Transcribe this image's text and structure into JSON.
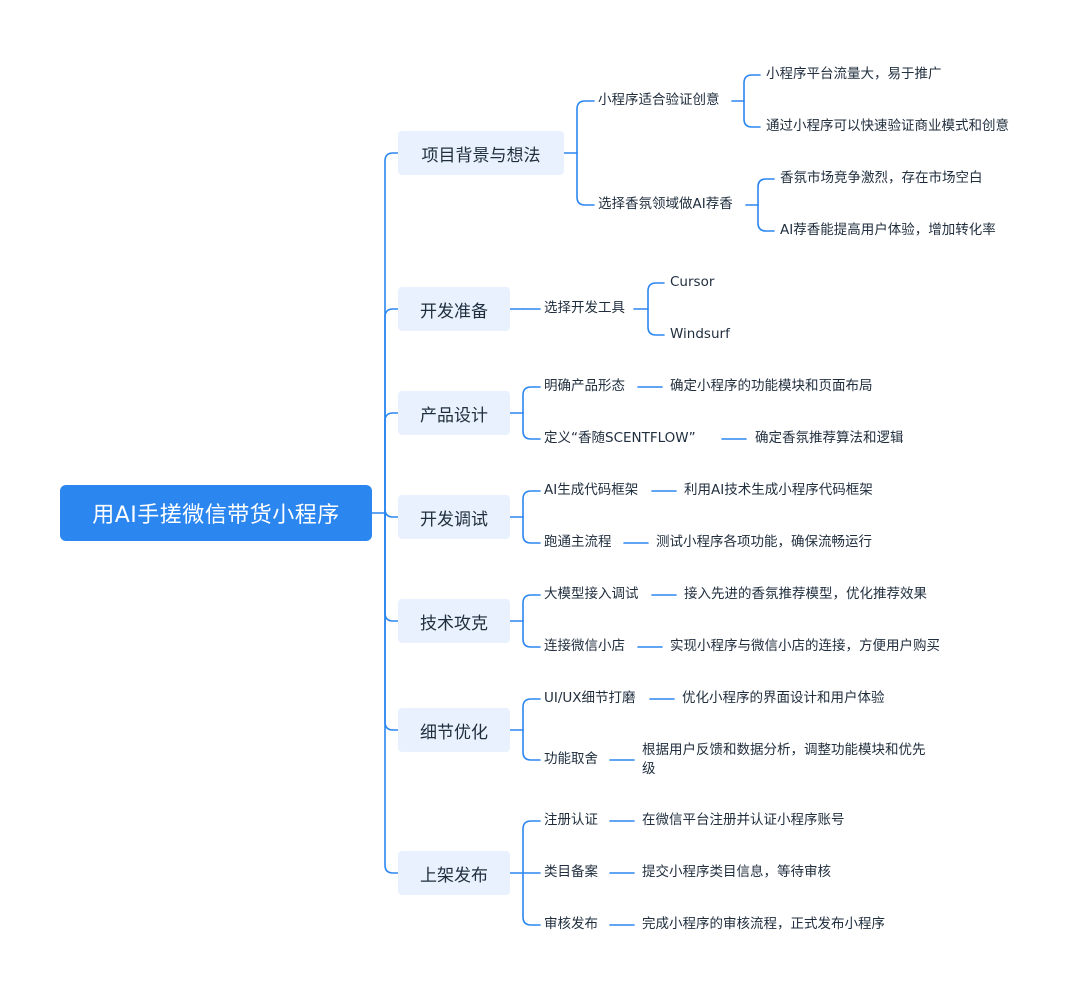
{
  "root": {
    "label": "用AI手搓微信带货小程序"
  },
  "branches": [
    {
      "label": "项目背景与想法",
      "children": [
        {
          "label": "小程序适合验证创意",
          "children": [
            "小程序平台流量大，易于推广",
            "通过小程序可以快速验证商业模式和创意"
          ]
        },
        {
          "label": "选择香氛领域做AI荐香",
          "children": [
            "香氛市场竞争激烈，存在市场空白",
            "AI荐香能提高用户体验，增加转化率"
          ]
        }
      ]
    },
    {
      "label": "开发准备",
      "children": [
        {
          "label": "选择开发工具",
          "children": [
            "Cursor",
            "Windsurf"
          ]
        }
      ]
    },
    {
      "label": "产品设计",
      "children": [
        {
          "label": "明确产品形态",
          "children": [
            "确定小程序的功能模块和页面布局"
          ]
        },
        {
          "label": "定义“香随SCENTFLOW”",
          "children": [
            "确定香氛推荐算法和逻辑"
          ]
        }
      ]
    },
    {
      "label": "开发调试",
      "children": [
        {
          "label": "AI生成代码框架",
          "children": [
            "利用AI技术生成小程序代码框架"
          ]
        },
        {
          "label": "跑通主流程",
          "children": [
            "测试小程序各项功能，确保流畅运行"
          ]
        }
      ]
    },
    {
      "label": "技术攻克",
      "children": [
        {
          "label": "大模型接入调试",
          "children": [
            "接入先进的香氛推荐模型，优化推荐效果"
          ]
        },
        {
          "label": "连接微信小店",
          "children": [
            "实现小程序与微信小店的连接，方便用户购买"
          ]
        }
      ]
    },
    {
      "label": "细节优化",
      "children": [
        {
          "label": "UI/UX细节打磨",
          "children": [
            "优化小程序的界面设计和用户体验"
          ]
        },
        {
          "label": "功能取舍",
          "children": [
            "根据用户反馈和数据分析，调整功能模块和优先级"
          ]
        }
      ]
    },
    {
      "label": "上架发布",
      "children": [
        {
          "label": "注册认证",
          "children": [
            "在微信平台注册并认证小程序账号"
          ]
        },
        {
          "label": "类目备案",
          "children": [
            "提交小程序类目信息，等待审核"
          ]
        },
        {
          "label": "审核发布",
          "children": [
            "完成小程序的审核流程，正式发布小程序"
          ]
        }
      ]
    }
  ],
  "colors": {
    "line": "#2b86ef",
    "root_fill": "#2b86ef",
    "branch_fill": "#e8f1fd",
    "text": "#1f2d3d"
  }
}
